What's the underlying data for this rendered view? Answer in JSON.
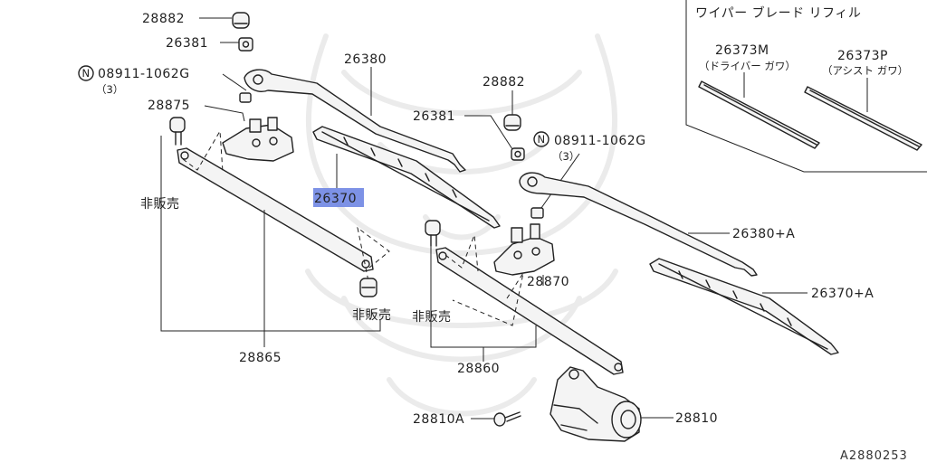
{
  "diagram": {
    "inset_title": "ワイパー ブレード リフィル",
    "drawing_id": "A2880253",
    "refill_driver": {
      "part": "26373M",
      "side": "（ドライバー ガワ）"
    },
    "refill_assist": {
      "part": "26373P",
      "side": "（アシスト ガワ）"
    },
    "labels": {
      "cap_left": "28882",
      "nut_left": "26381",
      "bolt_left": "08911-1062G",
      "bolt_left_qty": "（3）",
      "pivot_left": "28875",
      "arm_left": "26380",
      "cap_right": "28882",
      "nut_right": "26381",
      "bolt_right": "08911-1062G",
      "bolt_right_qty": "（3）",
      "blade_left": "26370",
      "not_sold_1": "非販売",
      "not_sold_2": "非販売",
      "not_sold_3": "非販売",
      "arm_right": "26380+A",
      "pivot_right": "28870",
      "blade_right": "26370+A",
      "link_left": "28865",
      "link_right": "28860",
      "screw": "28810A",
      "motor": "28810",
      "bolt_symbol": "N"
    }
  }
}
